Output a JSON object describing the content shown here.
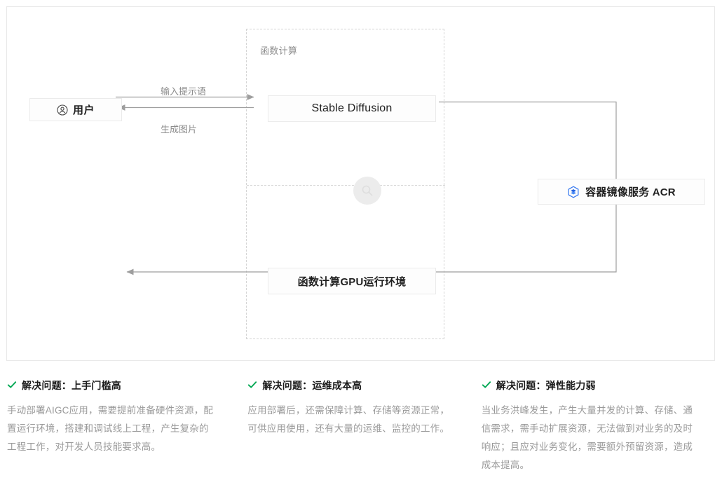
{
  "diagram": {
    "group": {
      "label": "函数计算"
    },
    "nodes": {
      "user": {
        "label": "用户",
        "icon": "user-circle-icon"
      },
      "stable_diffusion": {
        "label": "Stable Diffusion"
      },
      "gpu_runtime": {
        "label": "函数计算GPU运行环境"
      },
      "acr": {
        "label": "容器镜像服务 ACR",
        "icon": "container-registry-icon",
        "icon_color": "#3a7bf0"
      }
    },
    "edges": {
      "prompt": "输入提示语",
      "generated_image": "生成图片"
    },
    "watermark": {
      "icon": "magnifier-icon"
    },
    "colors": {
      "line": "#9e9e9e",
      "dashed_border": "#d4d4d4",
      "card_border": "#e8e8e8"
    }
  },
  "features": {
    "check_color": "#00a854",
    "items": [
      {
        "title": "解决问题：上手门槛高",
        "body": "手动部署AIGC应用，需要提前准备硬件资源，配置运行环境，搭建和调试线上工程，产生复杂的工程工作，对开发人员技能要求高。"
      },
      {
        "title": "解决问题：运维成本高",
        "body": "应用部署后，还需保障计算、存储等资源正常，可供应用使用，还有大量的运维、监控的工作。"
      },
      {
        "title": "解决问题：弹性能力弱",
        "body": "当业务洪峰发生，产生大量并发的计算、存储、通信需求，需手动扩展资源，无法做到对业务的及时响应；且应对业务变化，需要额外预留资源，造成成本提高。"
      }
    ]
  }
}
